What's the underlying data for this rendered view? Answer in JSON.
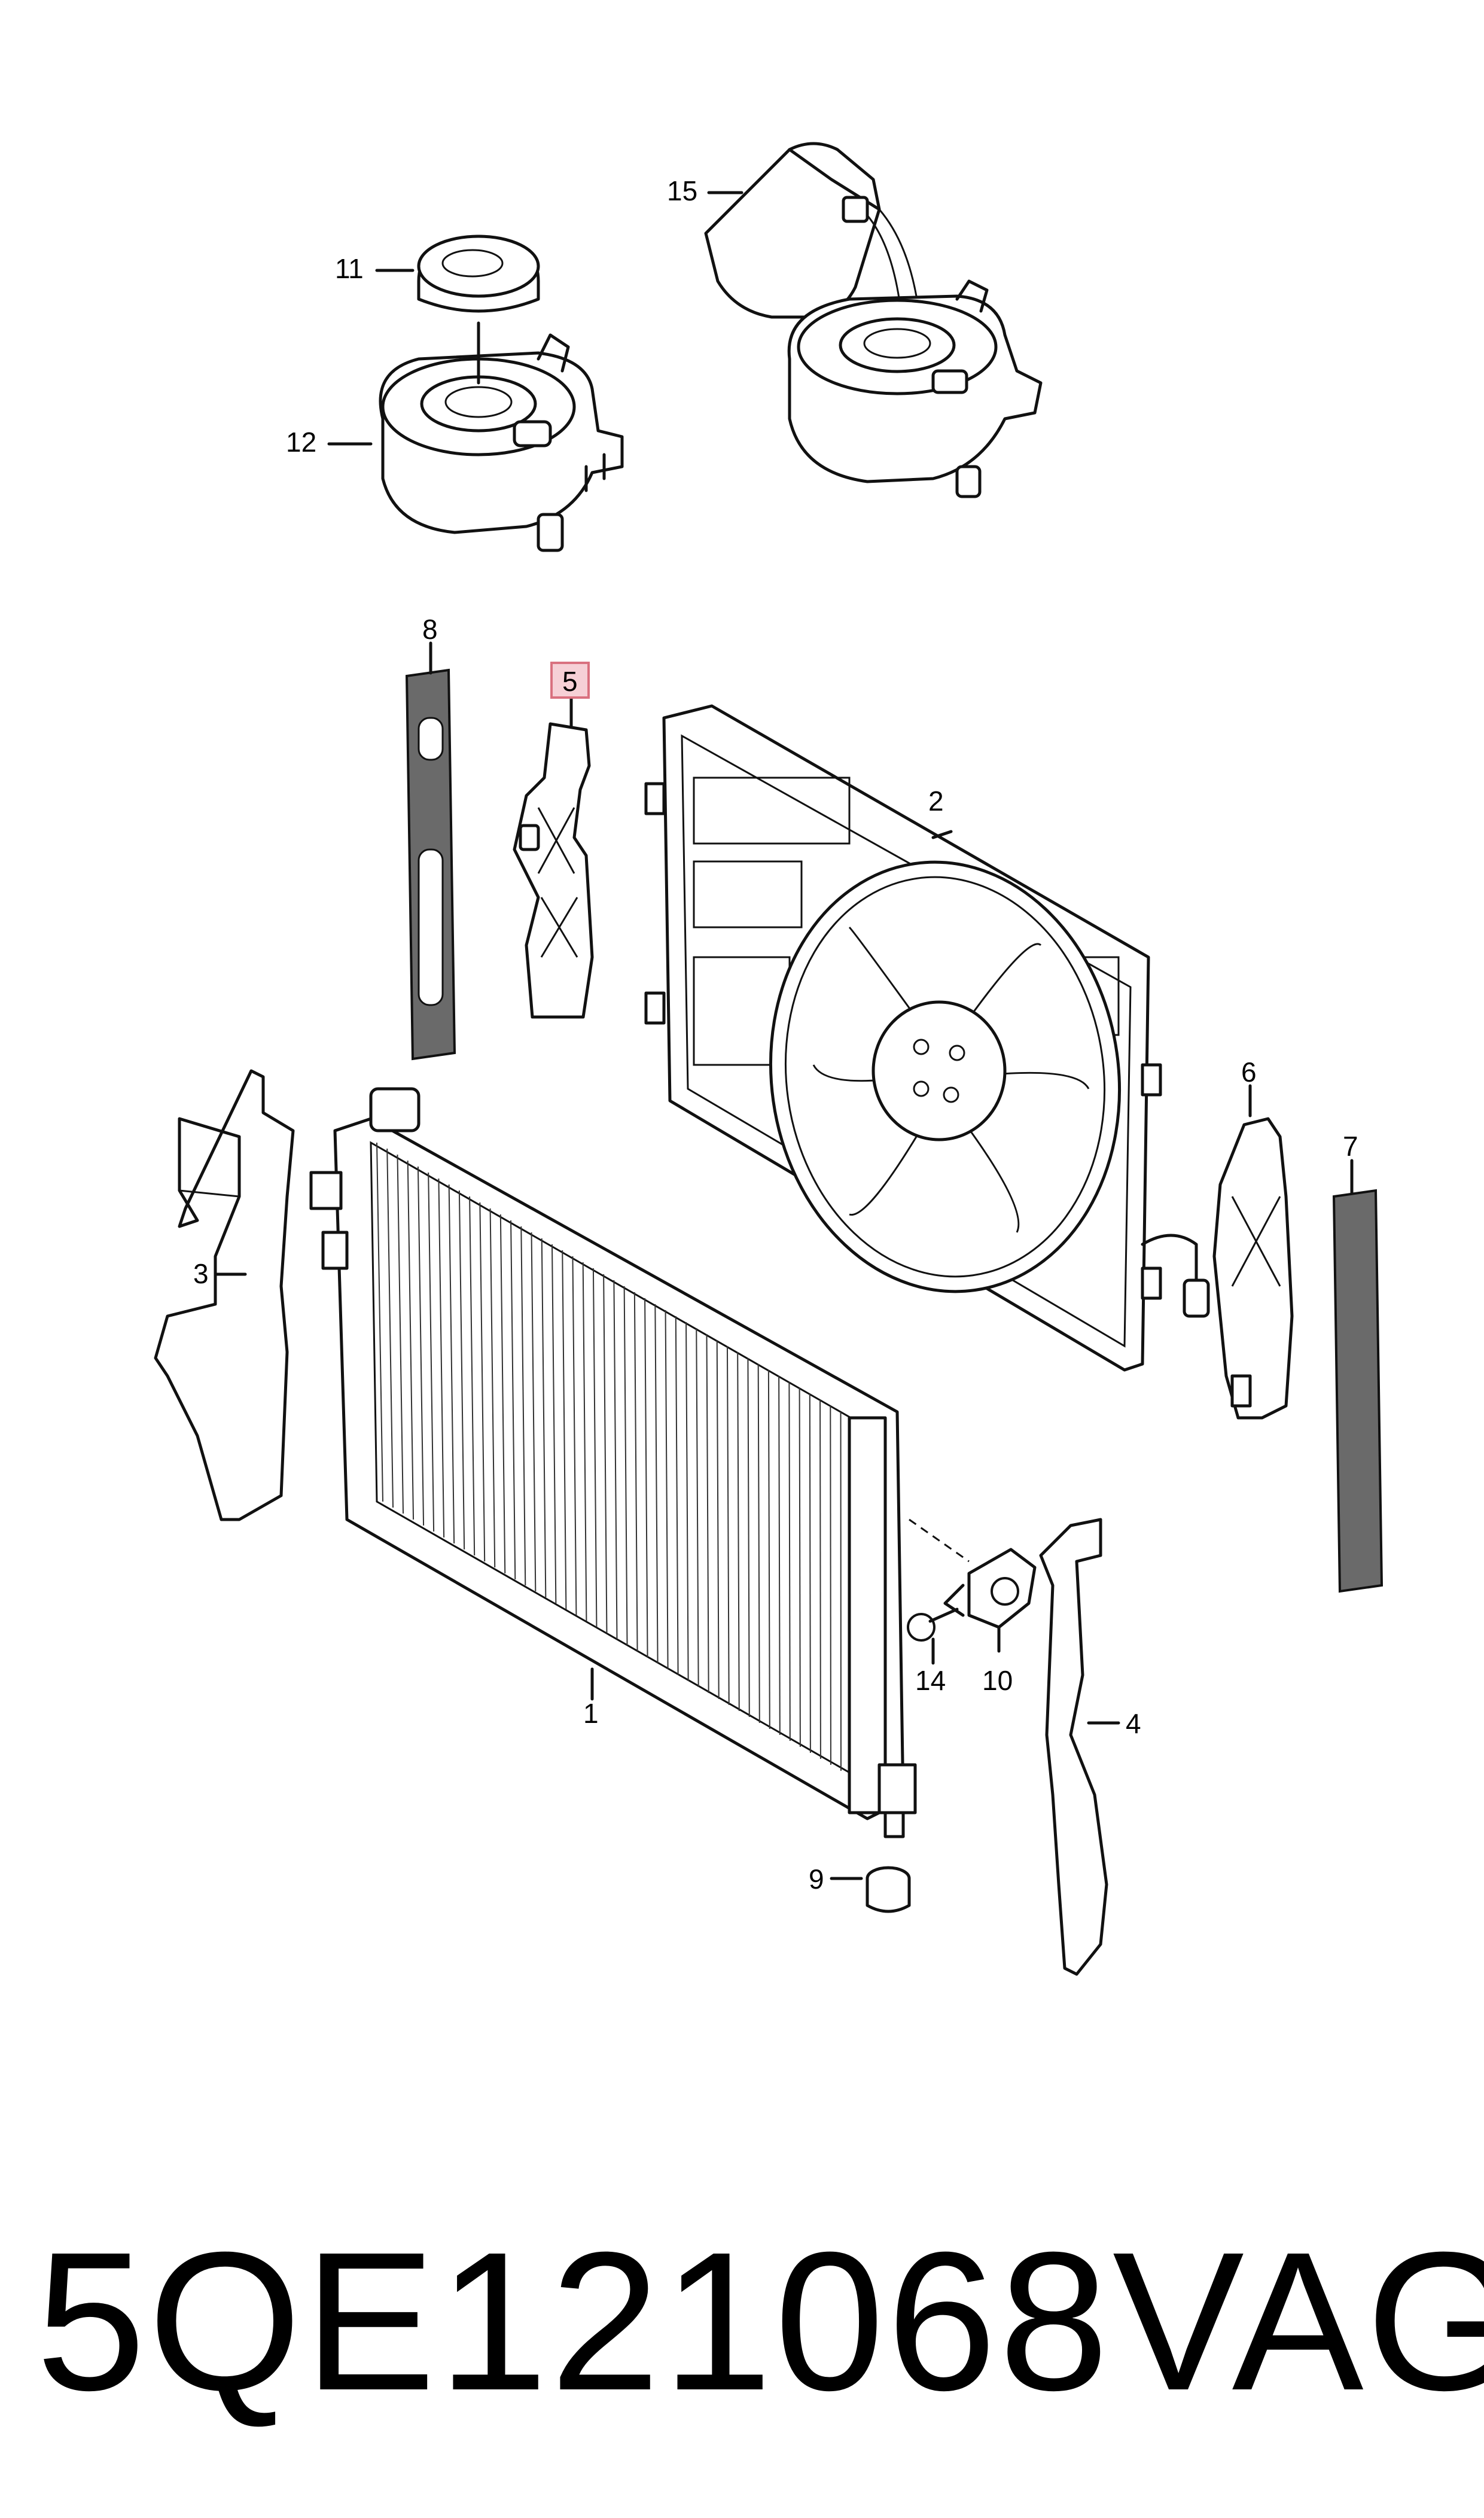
{
  "callouts": {
    "c1": "1",
    "c2": "2",
    "c3": "3",
    "c4": "4",
    "c5": "5",
    "c6": "6",
    "c7": "7",
    "c8": "8",
    "c9": "9",
    "c10": "10",
    "c11": "11",
    "c12": "12",
    "c14": "14",
    "c15": "15"
  },
  "highlighted_callout": "5",
  "highlight_color": "#f6d0d6",
  "footer": {
    "part_number": "5QE121068",
    "brand": "VAG"
  }
}
